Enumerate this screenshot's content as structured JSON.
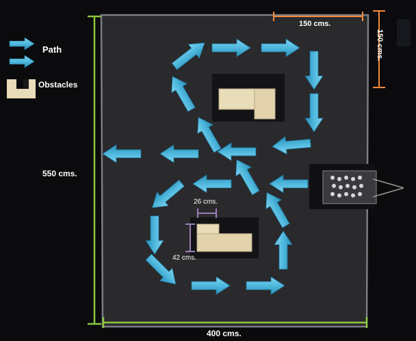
{
  "legend": {
    "path_label": "Path",
    "obstacles_label": "Obstacles"
  },
  "dimensions": {
    "arena_height": "550 cms.",
    "arena_width": "400 cms.",
    "grid_width": "150 cms.",
    "grid_height": "150 cms.",
    "obstacle_width": "26 cms.",
    "obstacle_height": "42 cms."
  },
  "colors": {
    "path_arrow": "#4fb8dd",
    "arena_dimension": "#8dc63f",
    "grid_dimension": "#f58a3c",
    "obstacle_dimension": "#9b7fb8",
    "obstacle": "#e9dcb8",
    "floor": "#2a292c",
    "border": "#7a7e82"
  },
  "icons": {
    "path": "arrow-right-icon",
    "obstacle": "l-shaped-block-icon",
    "robot": "robot-vehicle-icon"
  }
}
